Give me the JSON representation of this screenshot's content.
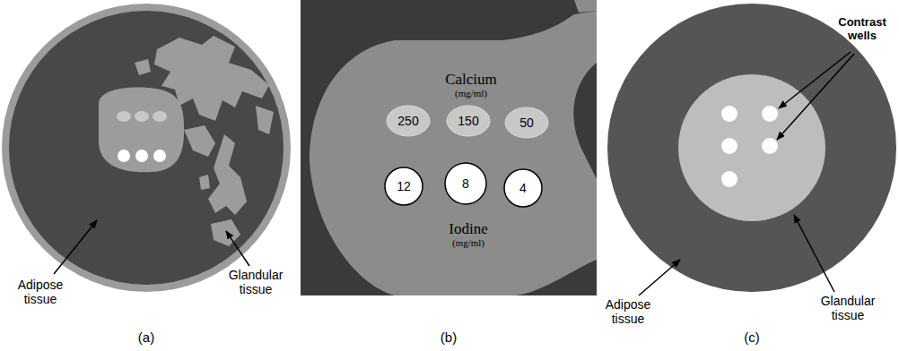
{
  "diagram": {
    "nodes": [
      {
        "text": [
          "Calcium (mg/ml)",
          "Iodine (mg/ml)"
        ]
      },
      {
        "text": [
          "250"
        ],
        "in": 0
      },
      {
        "text": [
          "150"
        ],
        "in": 0
      },
      {
        "text": [
          "50"
        ],
        "in": 0
      },
      {
        "text": [
          "12"
        ],
        "in": 0
      },
      {
        "text": [
          "8"
        ],
        "in": 0
      },
      {
        "text": [
          "4"
        ],
        "in": 0
      }
    ],
    "labels": [
      "Adipose tissue",
      "Glandular tissue",
      "Contrast wells",
      "Adipose tissue",
      "Glandular tissue",
      "(a)",
      "(b)",
      "(c)"
    ]
  }
}
